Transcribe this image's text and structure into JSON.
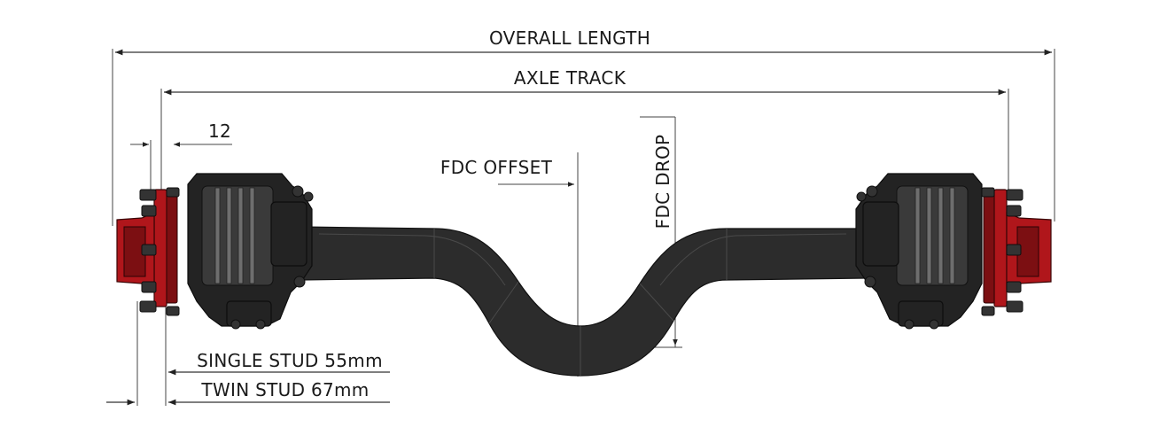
{
  "labels": {
    "overall_length": "OVERALL LENGTH",
    "axle_track": "AXLE TRACK",
    "stud_offset": "12",
    "fdc_offset": "FDC OFFSET",
    "fdc_drop": "FDC DROP",
    "single_stud": "SINGLE STUD 55mm",
    "twin_stud": "TWIN STUD 67mm"
  },
  "colors": {
    "hub_red": "#b0161b",
    "beam_dark": "#2c2c2c",
    "line": "#333333"
  }
}
